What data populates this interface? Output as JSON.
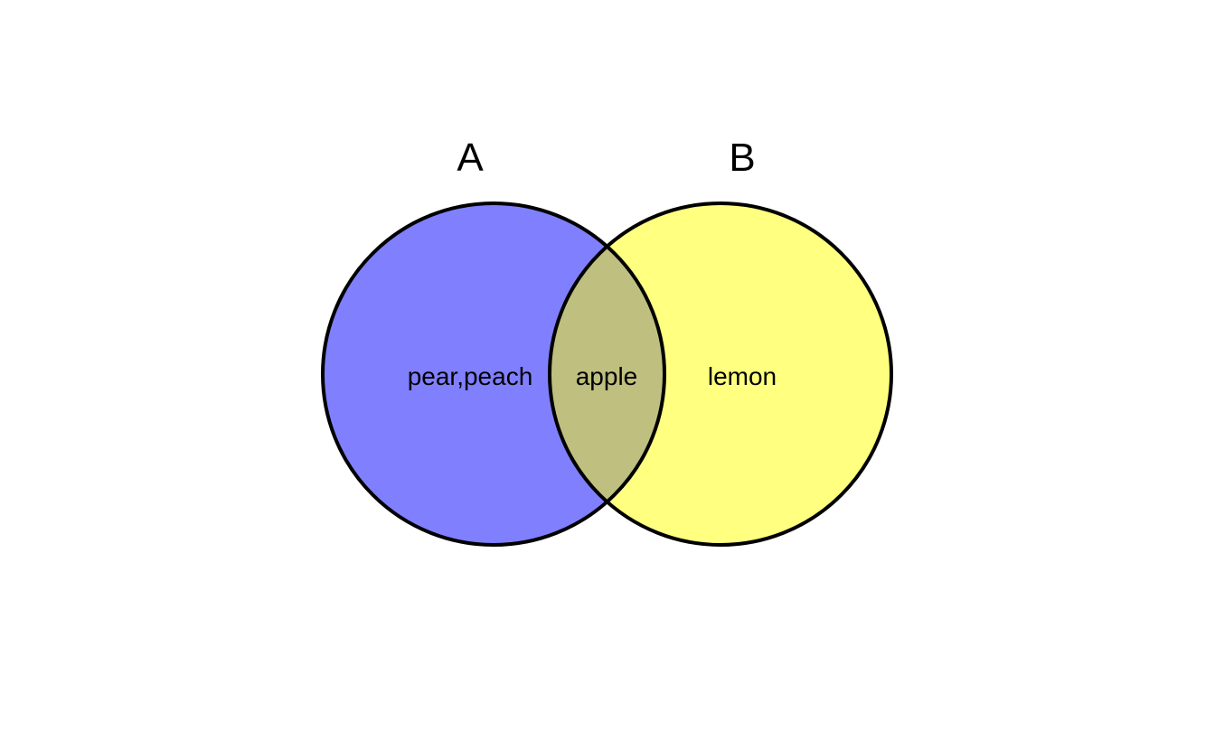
{
  "diagram": {
    "type": "venn",
    "sets": [
      {
        "name": "A",
        "color": "#8080ff"
      },
      {
        "name": "B",
        "color": "#ffff80"
      }
    ],
    "regions": {
      "a_only": "pear,peach",
      "intersection": "apple",
      "b_only": "lemon"
    },
    "intersection_color": "#bfbf80",
    "outline_color": "#000000"
  }
}
